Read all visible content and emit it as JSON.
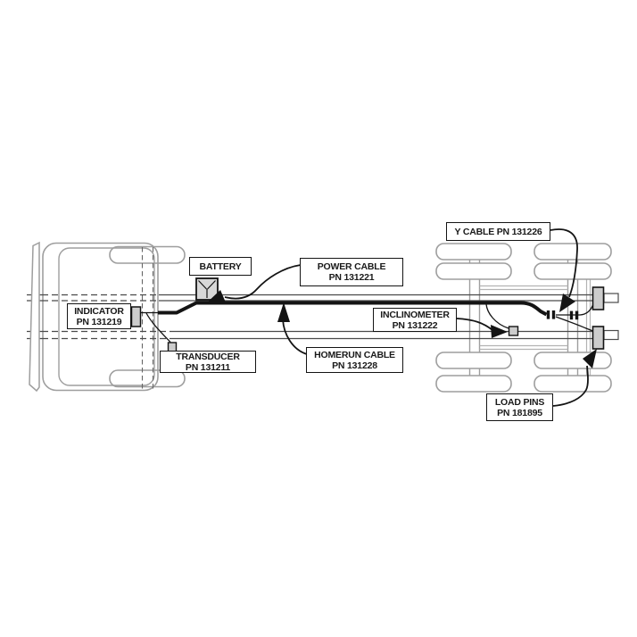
{
  "diagram": {
    "kind": "truck-scale wiring diagram (top view of truck chassis)",
    "labels": {
      "y_cable": {
        "line1": "Y CABLE PN 131226",
        "line2": ""
      },
      "battery": {
        "line1": "BATTERY",
        "line2": ""
      },
      "power_cable": {
        "line1": "POWER CABLE",
        "line2": "PN 131221"
      },
      "indicator": {
        "line1": "INDICATOR",
        "line2": "PN 131219"
      },
      "inclinometer": {
        "line1": "INCLINOMETER",
        "line2": "PN 131222"
      },
      "transducer": {
        "line1": "TRANSDUCER",
        "line2": "PN 131211"
      },
      "homerun_cable": {
        "line1": "HOMERUN CABLE",
        "line2": "PN 131228"
      },
      "load_pins": {
        "line1": "LOAD PINS",
        "line2": "PN 181895"
      }
    },
    "device_icons": [
      "battery-icon",
      "indicator-device",
      "transducer-device",
      "inclinometer-device",
      "load-pin-upper",
      "load-pin-lower",
      "y-cable-connector-ticks"
    ],
    "colors": {
      "background": "#ffffff",
      "structure_gray": "#9e9e9e",
      "frame_gray": "#4a4a4a",
      "crossmember_gray": "#b3b3b3",
      "cable_black": "#141414",
      "device_fill": "#cccccc",
      "label_border": "#141414"
    }
  }
}
